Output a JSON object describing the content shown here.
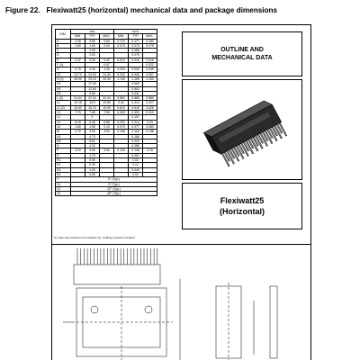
{
  "figure": {
    "title": "Figure 22.   Flexiwatt25 (horizontal) mechanical data and package dimensions"
  },
  "table": {
    "header_dim": "DIM.",
    "header_mm": "mm",
    "header_inch": "inch",
    "subheaders": [
      "MIN.",
      "TYP.",
      "MAX.",
      "MIN.",
      "TYP.",
      "MAX."
    ],
    "rows": [
      [
        "A",
        "4.45",
        "4.50",
        "4.65",
        "0.175",
        "0.177",
        "0.183"
      ],
      [
        "B",
        "1.80",
        "1.90",
        "2.00",
        "0.070",
        "0.074",
        "0.079"
      ],
      [
        "C",
        "",
        "1.40",
        "",
        "",
        "0.055",
        ""
      ],
      [
        "D",
        "",
        "2.00",
        "",
        "",
        "0.079",
        ""
      ],
      [
        "E",
        "0.37",
        "0.39",
        "0.42",
        "0.014",
        "0.015",
        "0.016"
      ],
      [
        "F (1)",
        "",
        "",
        "0.57",
        "",
        "",
        "0.022"
      ],
      [
        "G",
        "0.75",
        "1.00",
        "1.25",
        "0.029",
        "0.040",
        "0.049"
      ],
      [
        "G1",
        "23.70",
        "24.00",
        "24.30",
        "0.933",
        "0.945",
        "0.957"
      ],
      [
        "H (2)",
        "28.90",
        "29.23",
        "29.30",
        "1.139",
        "1.150",
        "1.153"
      ],
      [
        "H1",
        "",
        "17.00",
        "",
        "",
        "0.669",
        ""
      ],
      [
        "H2",
        "",
        "12.80",
        "",
        "",
        "0.503",
        ""
      ],
      [
        "H3",
        "",
        "0.80",
        "",
        "",
        "0.031",
        ""
      ],
      [
        "L (2)",
        "21.64",
        "22.04",
        "22.44",
        "0.852",
        "0.868",
        "0.883"
      ],
      [
        "L1",
        "10.15",
        "10.5",
        "10.85",
        "0.40",
        "0.413",
        "0.427"
      ],
      [
        "L2 (2)",
        "15.50",
        "15.70",
        "15.90",
        "0.610",
        "0.618",
        "0.626"
      ],
      [
        "L3",
        "7.70",
        "7.85",
        "7.95",
        "0.303",
        "0.309",
        "0.313"
      ],
      [
        "L4",
        "",
        "5",
        "",
        "",
        "0.197",
        ""
      ],
      [
        "L5",
        "5.15",
        "5.45",
        "5.85",
        "0.203",
        "0.214",
        "0.23"
      ],
      [
        "L6",
        "1.80",
        "1.95",
        "2.10",
        "0.070",
        "0.077",
        "0.083"
      ],
      [
        "M",
        "2.75",
        "3.00",
        "3.50",
        "0.108",
        "0.118",
        "0.138"
      ],
      [
        "M1",
        "",
        "4.73",
        "",
        "",
        "0.186",
        ""
      ],
      [
        "M2",
        "",
        "5.61",
        "",
        "",
        "0.220",
        ""
      ],
      [
        "N",
        "",
        "2.20",
        "",
        "",
        "0.086",
        ""
      ],
      [
        "P",
        "3.20",
        "3.50",
        "3.80",
        "0.126",
        "0.138",
        "0.15"
      ],
      [
        "R",
        "",
        "1.70",
        "",
        "",
        "0.067",
        ""
      ],
      [
        "R1",
        "",
        "0.50",
        "",
        "",
        "0.02",
        ""
      ],
      [
        "R2",
        "",
        "0.30",
        "",
        "",
        "0.12",
        ""
      ],
      [
        "R3",
        "",
        "1.25",
        "",
        "",
        "0.049",
        ""
      ],
      [
        "R4",
        "",
        "0.50",
        "",
        "",
        "0.02",
        ""
      ]
    ],
    "typ_rows": [
      [
        "V",
        "5° (Typ.)"
      ],
      [
        "V1",
        "3° (Typ.)"
      ],
      [
        "V2",
        "20° (Typ.)"
      ],
      [
        "V3",
        "45° (Typ.)"
      ]
    ],
    "footnote": "(1): dam-bar protusion not included; (2): molding protusion included"
  },
  "outline_box": {
    "line1": "OUTLINE AND",
    "line2": "MECHANICAL DATA"
  },
  "package": {
    "name": "Flexiwatt25",
    "orientation": "(Horizontal)"
  }
}
